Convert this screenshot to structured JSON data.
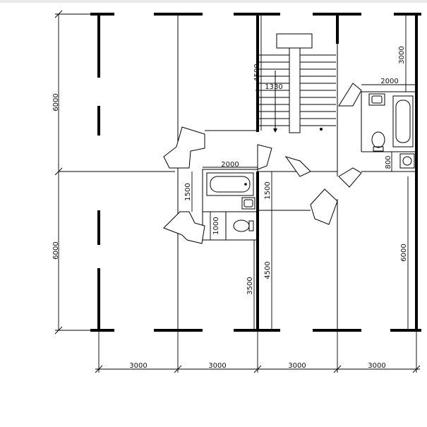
{
  "plan": {
    "dimensions": {
      "left_upper": "6000",
      "left_lower": "6000",
      "bottom": [
        "3000",
        "3000",
        "3000",
        "3000"
      ],
      "stair_height": "4500",
      "stair_width": "1330",
      "right_upper": "3000",
      "right_bath_width": "2000",
      "right_small": "800",
      "right_lower": "6000",
      "center_bath_width": "2000",
      "center_bath_height": "1500",
      "center_wc_height": "1000",
      "center_lower": "3500",
      "center_right_upper": "1500",
      "center_right_lower": "4500"
    },
    "fixtures": [
      "bathtub",
      "sink",
      "toilet",
      "washing-machine"
    ]
  }
}
